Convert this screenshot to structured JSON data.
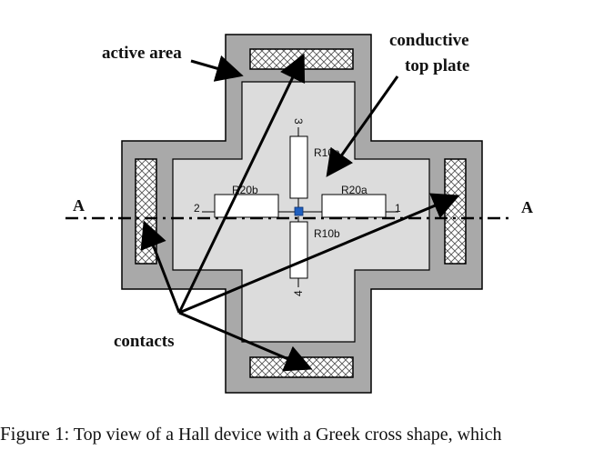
{
  "figure": {
    "labels": {
      "active_area": "active area",
      "conductive_line1": "conductive",
      "conductive_line2": "top plate",
      "contacts": "contacts",
      "axis_left": "A",
      "axis_right": "A"
    },
    "resistors": {
      "r10a": "R10a",
      "r10b": "R10b",
      "r20a": "R20a",
      "r20b": "R20b"
    },
    "nodes": {
      "n1": "1",
      "n2": "2",
      "n3": "3",
      "n4": "4"
    },
    "colors": {
      "outer_gray": "#a9a9a9",
      "inner_gray": "#dcdcdc",
      "center_node": "#1f5fbf",
      "line": "#000000"
    }
  },
  "caption": {
    "prefix": "Figure ",
    "number": "1",
    "sep": ": ",
    "text": "Top view of a Hall device with a Greek cross shape, which"
  }
}
